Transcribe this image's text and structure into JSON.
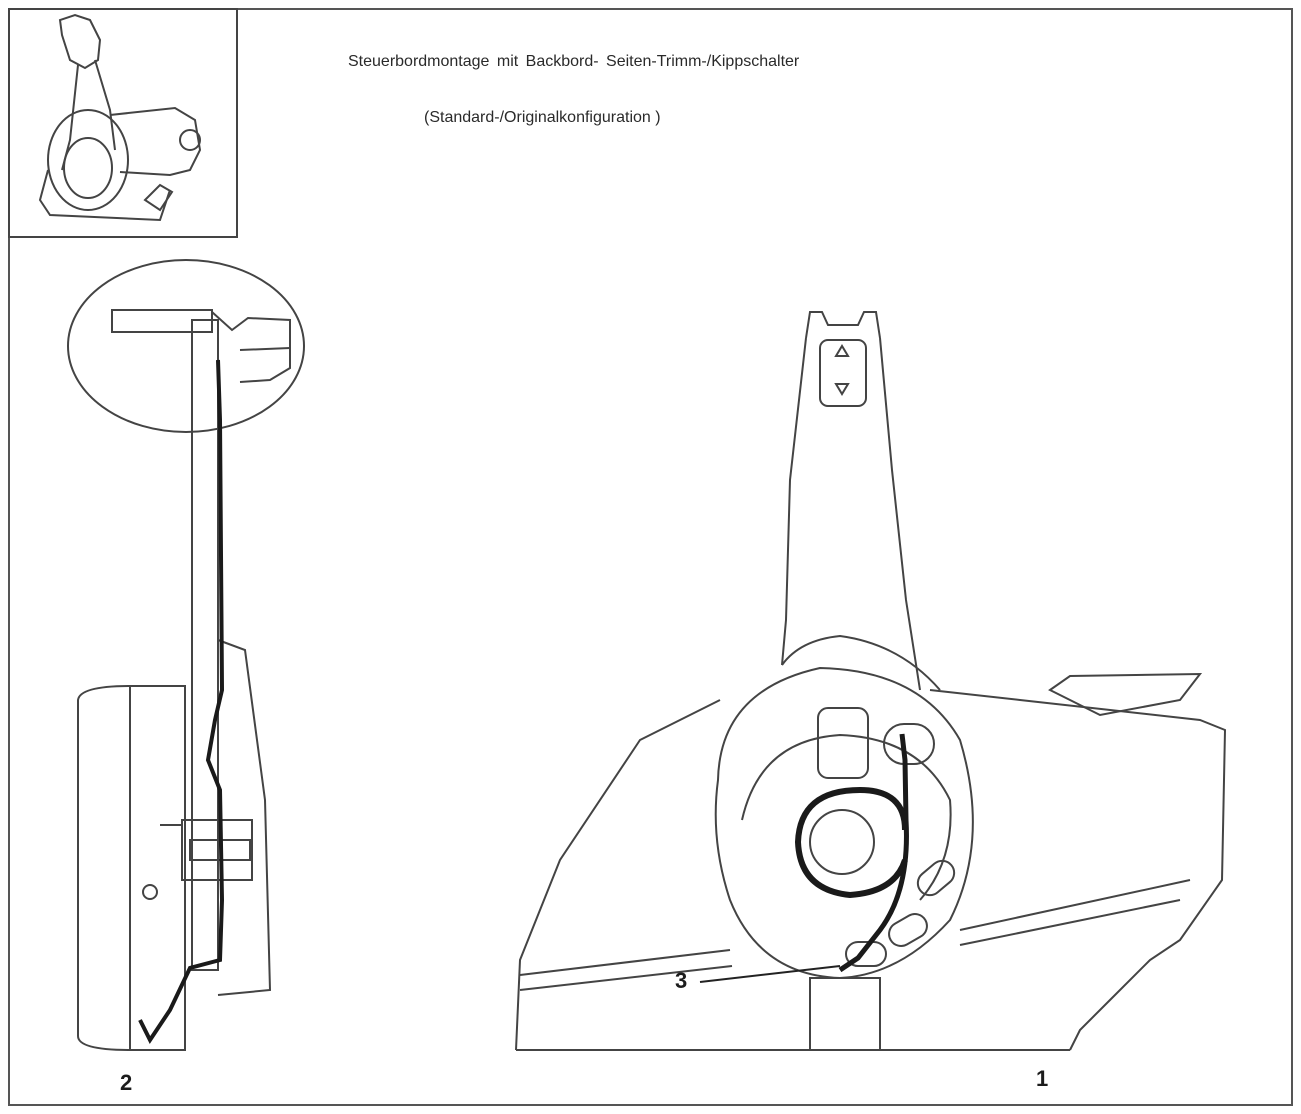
{
  "title": {
    "line1": "Steuerbordmontage mit Backbord- Seiten-Trimm-/Kippschalter",
    "line2": "(Standard-/Originalkonfiguration )"
  },
  "callouts": {
    "one": "1",
    "two": "2",
    "three": "3"
  },
  "colors": {
    "line": "#333333",
    "wire": "#1a1a1a",
    "frame": "#555555"
  }
}
